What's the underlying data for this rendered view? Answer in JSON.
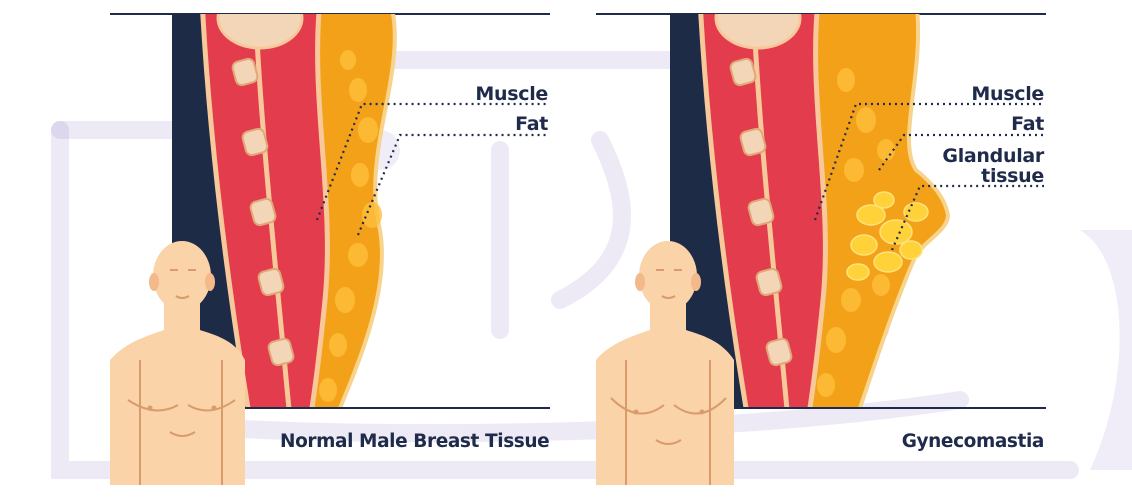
{
  "panels": {
    "normal": {
      "caption": "Normal Male Breast Tissue",
      "labels": {
        "muscle": "Muscle",
        "fat": "Fat"
      }
    },
    "gynecomastia": {
      "caption": "Gynecomastia",
      "labels": {
        "muscle": "Muscle",
        "fat": "Fat",
        "glandular_line1": "Glandular",
        "glandular_line2": "tissue"
      }
    }
  },
  "colors": {
    "text": "#1f2b4a",
    "back": "#1e2b47",
    "muscle": "#e33c4c",
    "fat": "#f4a11a",
    "gland": "#ffd23a",
    "skin": "#fad3a8",
    "watermark": "#6b52b8"
  }
}
